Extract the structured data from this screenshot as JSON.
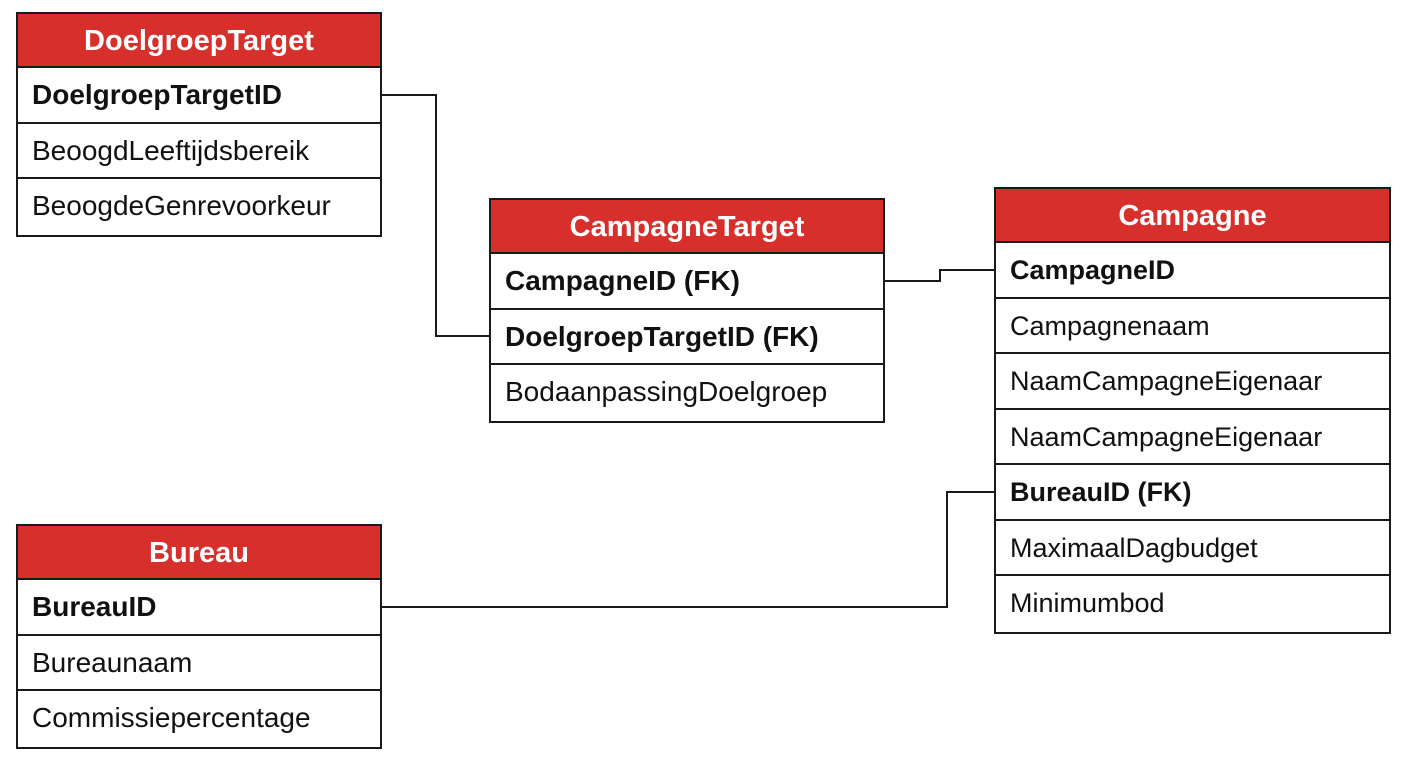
{
  "colors": {
    "header_background": "#d7302c",
    "header_text": "#ffffff",
    "border": "#1a1a1a"
  },
  "entities": [
    {
      "title": "DoelgroepTarget",
      "fields": [
        {
          "label": "DoelgroepTargetID",
          "key": true
        },
        {
          "label": "BeoogdLeeftijdsbereik",
          "key": false
        },
        {
          "label": "BeoogdeGenrevoorkeur",
          "key": false
        }
      ]
    },
    {
      "title": "CampagneTarget",
      "fields": [
        {
          "label": "CampagneID (FK)",
          "key": true
        },
        {
          "label": "DoelgroepTargetID (FK)",
          "key": true
        },
        {
          "label": "BodaanpassingDoelgroep",
          "key": false
        }
      ]
    },
    {
      "title": "Campagne",
      "fields": [
        {
          "label": "CampagneID",
          "key": true
        },
        {
          "label": "Campagnenaam",
          "key": false
        },
        {
          "label": "NaamCampagneEigenaar",
          "key": false
        },
        {
          "label": "NaamCampagneEigenaar",
          "key": false
        },
        {
          "label": "BureauID (FK)",
          "key": true
        },
        {
          "label": "MaximaalDagbudget",
          "key": false
        },
        {
          "label": "Minimumbod",
          "key": false
        }
      ]
    },
    {
      "title": "Bureau",
      "fields": [
        {
          "label": "BureauID",
          "key": true
        },
        {
          "label": "Bureaunaam",
          "key": false
        },
        {
          "label": "Commissiepercentage",
          "key": false
        }
      ]
    }
  ],
  "relationships": [
    {
      "from": "DoelgroepTarget.DoelgroepTargetID",
      "to": "CampagneTarget.DoelgroepTargetID (FK)"
    },
    {
      "from": "CampagneTarget.CampagneID (FK)",
      "to": "Campagne.CampagneID"
    },
    {
      "from": "Bureau.BureauID",
      "to": "Campagne.BureauID (FK)"
    }
  ]
}
